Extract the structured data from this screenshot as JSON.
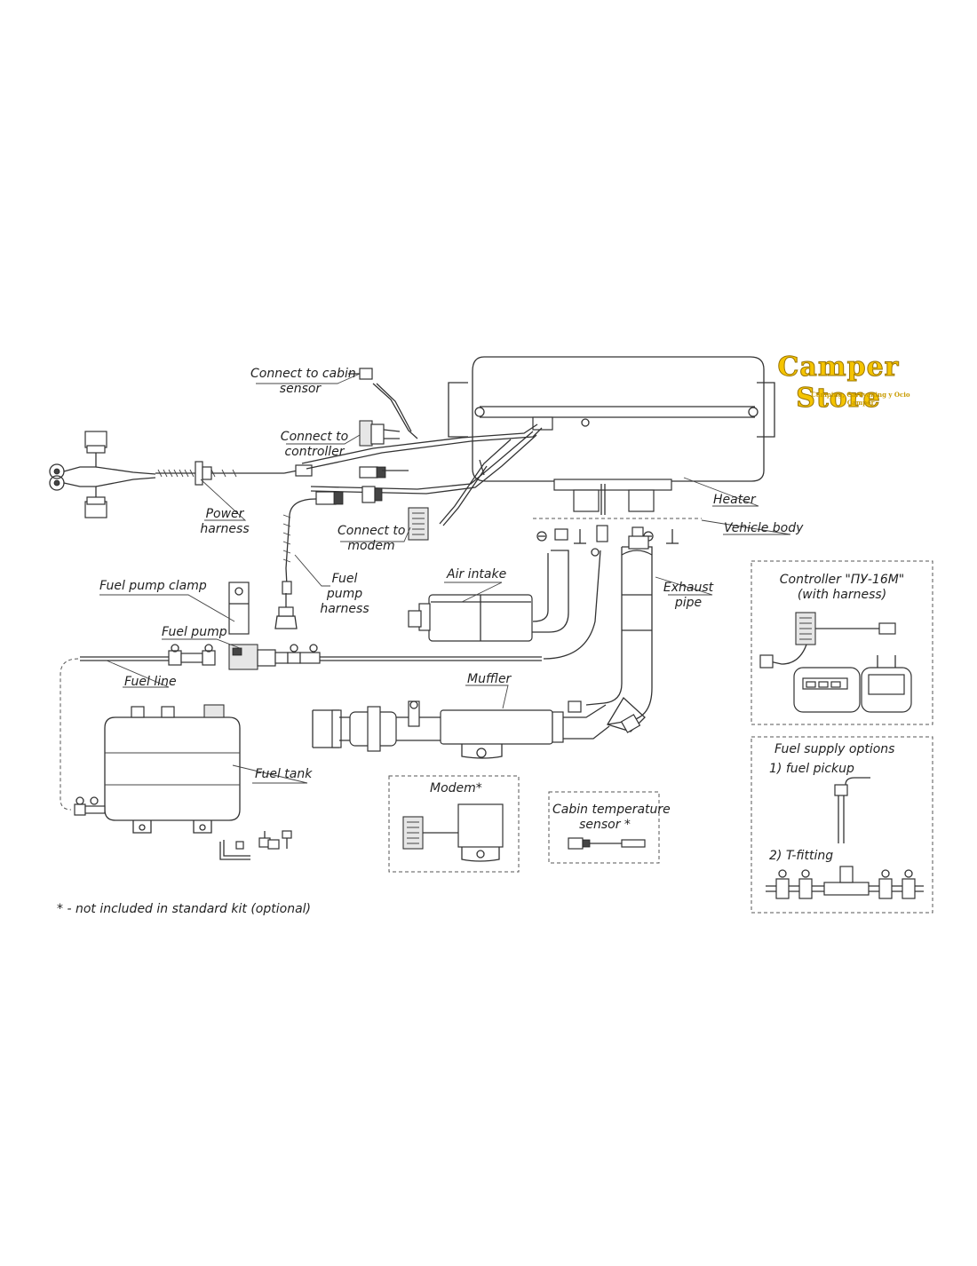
{
  "logo": {
    "name": "Camper Store",
    "tagline": "Camping, Caravaning y Ocio Camper"
  },
  "labels": {
    "connect_cabin_sensor": [
      "Connect to cabin",
      "sensor"
    ],
    "connect_controller": [
      "Connect to",
      "controller"
    ],
    "power_harness": [
      "Power",
      "harness"
    ],
    "connect_modem": [
      "Connect to",
      "modem"
    ],
    "fuel_pump_harness": [
      "Fuel",
      "pump",
      "harness"
    ],
    "heater": "Heater",
    "vehicle_body": "Vehicle body",
    "air_intake": "Air intake",
    "exhaust_pipe": [
      "Exhaust",
      "pipe"
    ],
    "fuel_pump_clamp": "Fuel pump clamp",
    "fuel_pump": "Fuel pump",
    "fuel_line": "Fuel line",
    "muffler": "Muffler",
    "fuel_tank": "Fuel tank",
    "modem": "Modem*",
    "cabin_temp_sensor": [
      "Cabin temperature",
      "sensor *"
    ],
    "controller": [
      "Controller \"ПУ-16М\"",
      "(with harness)"
    ],
    "fuel_supply_options": "Fuel supply options",
    "fuel_pickup": "1) fuel pickup",
    "t_fitting": "2) T-fitting"
  },
  "footnote": "* - not included in standard kit (optional)",
  "colors": {
    "line": "#333333",
    "logo": "#f5c400",
    "background": "#ffffff"
  }
}
